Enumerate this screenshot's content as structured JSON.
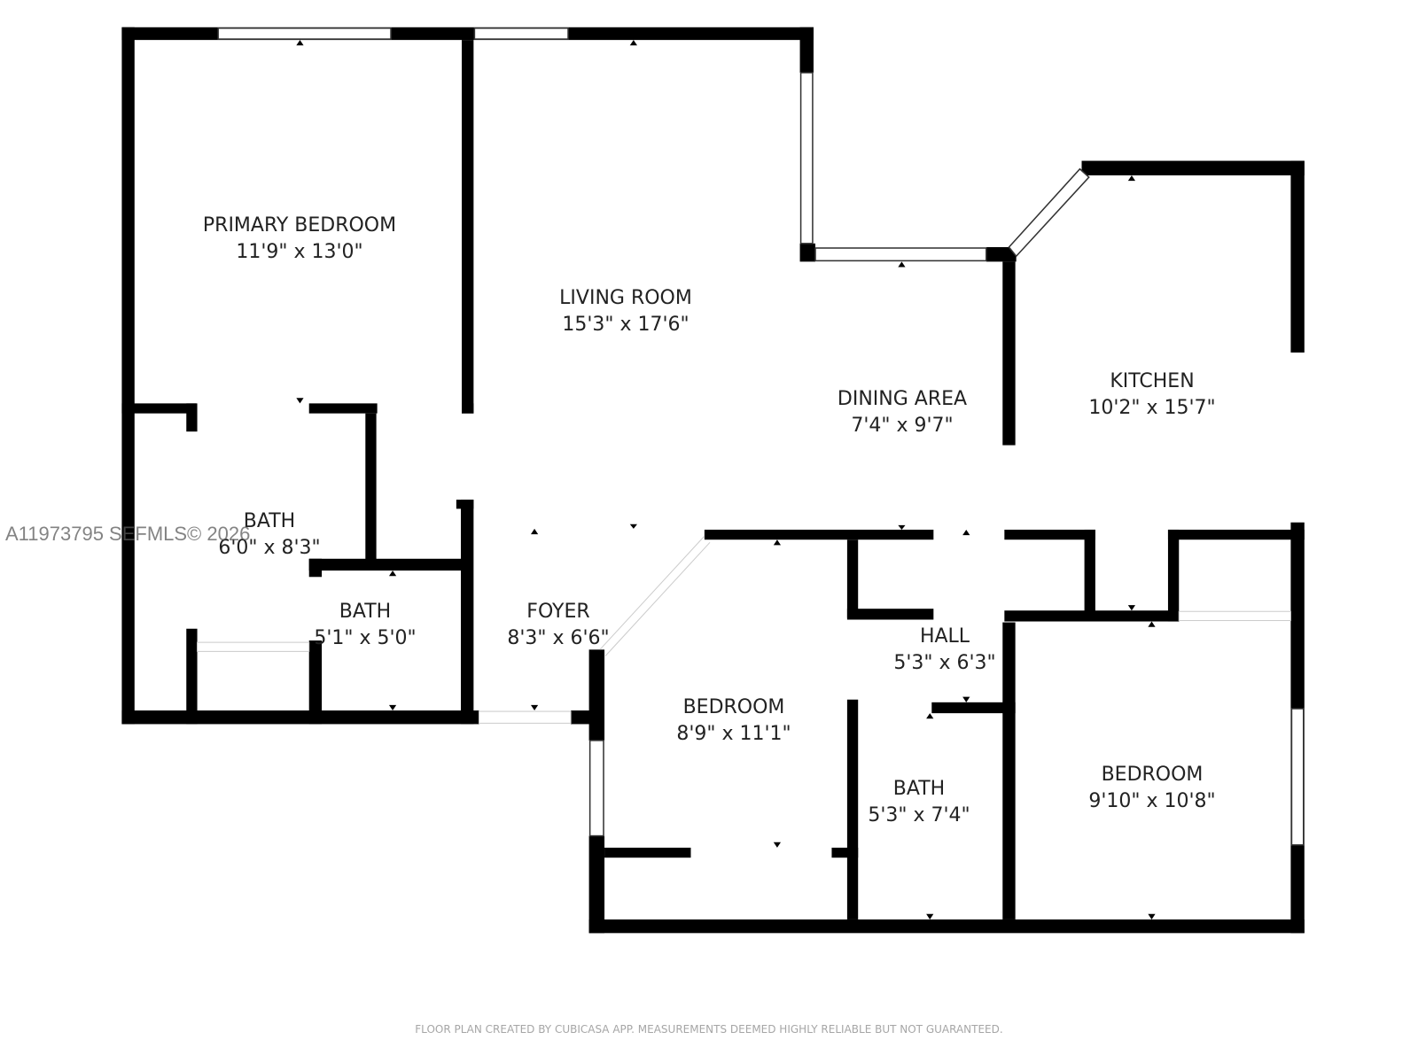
{
  "rooms": [
    {
      "name": "PRIMARY BEDROOM",
      "size": "11'9\" x 13'0\""
    },
    {
      "name": "LIVING ROOM",
      "size": "15'3\" x 17'6\""
    },
    {
      "name": "DINING AREA",
      "size": "7'4\" x 9'7\""
    },
    {
      "name": "KITCHEN",
      "size": "10'2\" x 15'7\""
    },
    {
      "name": "BATH",
      "size": "6'0\" x 8'3\""
    },
    {
      "name": "BATH",
      "size": "5'1\" x 5'0\""
    },
    {
      "name": "FOYER",
      "size": "8'3\" x 6'6\""
    },
    {
      "name": "HALL",
      "size": "5'3\" x 6'3\""
    },
    {
      "name": "BEDROOM",
      "size": "8'9\" x 11'1\""
    },
    {
      "name": "BATH",
      "size": "5'3\" x 7'4\""
    },
    {
      "name": "BEDROOM",
      "size": "9'10\" x 10'8\""
    }
  ],
  "watermark": "A11973795  SEFMLS© 2026",
  "footer": "FLOOR PLAN CREATED BY CUBICASA APP. MEASUREMENTS DEEMED HIGHLY RELIABLE BUT NOT GUARANTEED.",
  "colors": {
    "wall": "#000000",
    "text": "#222222",
    "footer": "#a6a6a6"
  }
}
